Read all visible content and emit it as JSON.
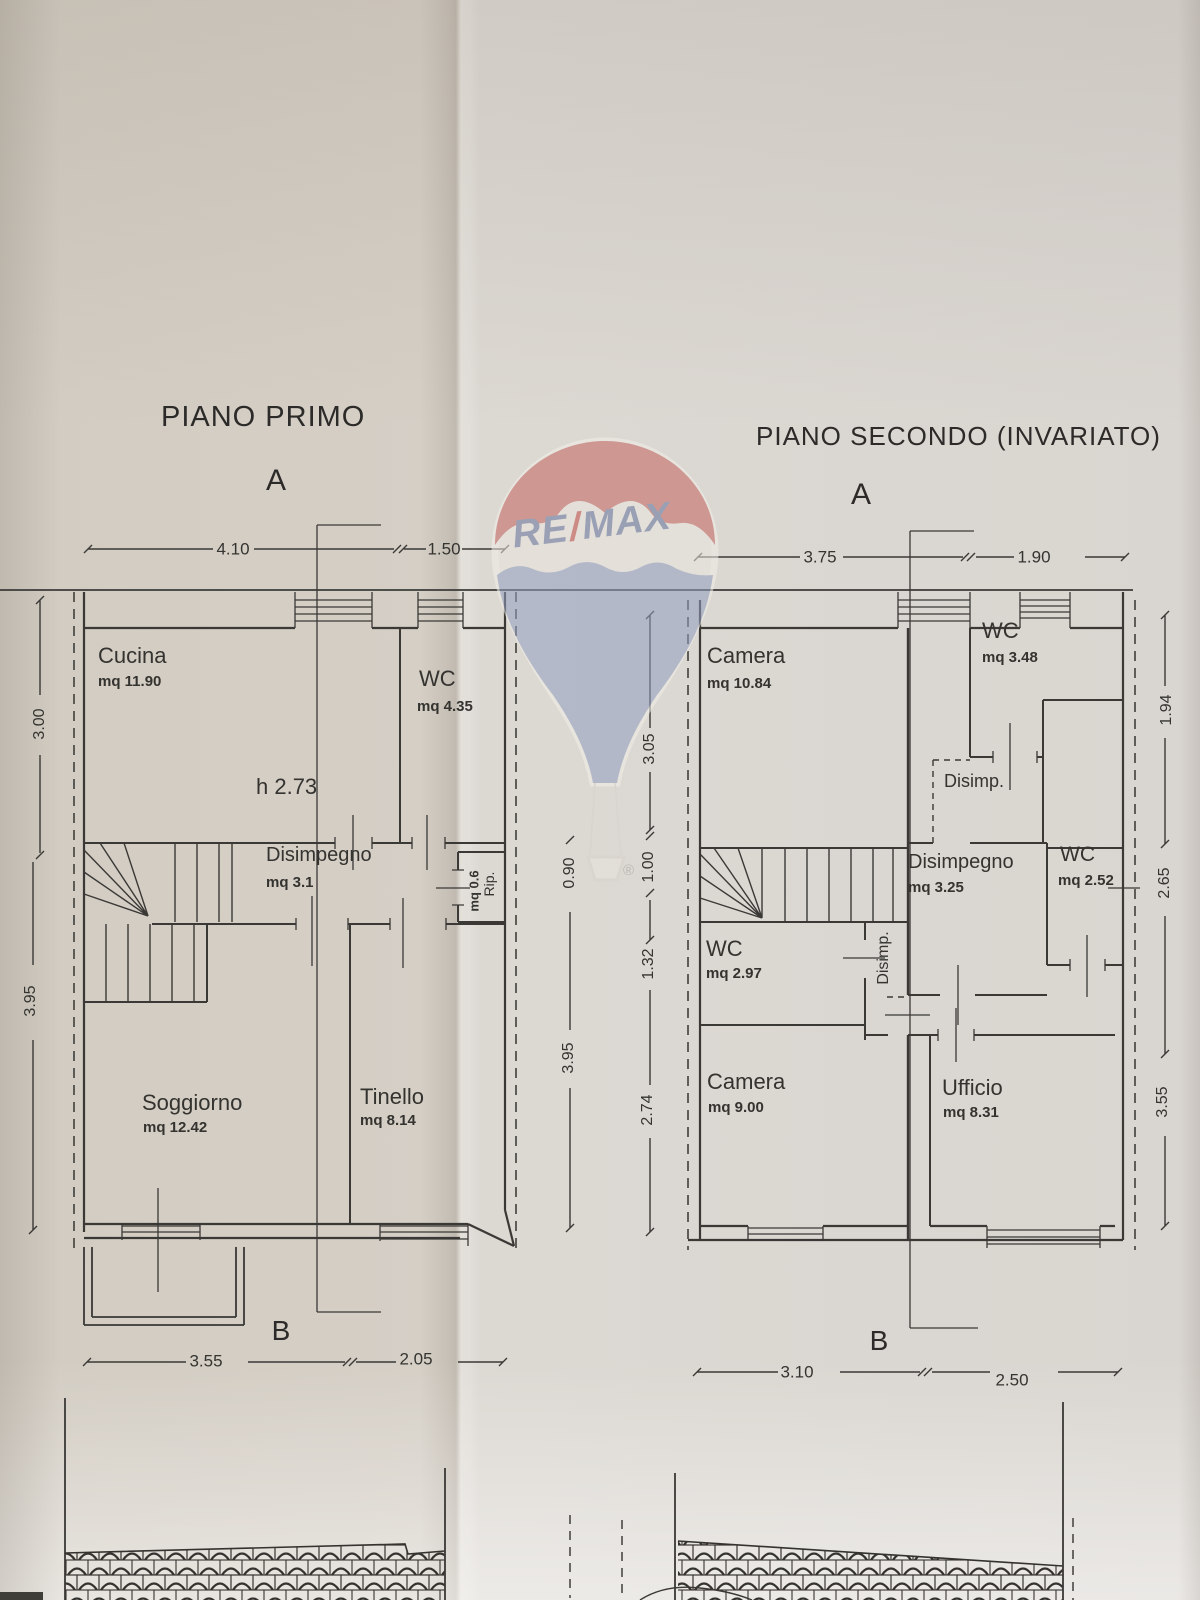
{
  "watermark": {
    "brand_left": "RE",
    "brand_slash": "/",
    "brand_right": "MAX",
    "registered": "®",
    "colors": {
      "red": "#c4635e",
      "blue": "#93a0c0",
      "text_blue": "#66749e",
      "slash_red": "#bf4e47"
    }
  },
  "plan1": {
    "title": "PIANO PRIMO",
    "section_top": "A",
    "section_bottom": "B",
    "height_note": "h 2.73",
    "dim_top": [
      "4.10",
      "1.50"
    ],
    "dim_bottom": [
      "3.55",
      "2.05"
    ],
    "dim_left": [
      "3.00",
      "3.95"
    ],
    "dim_mid": [
      "0.90",
      "3.95"
    ],
    "rooms": [
      {
        "name": "Cucina",
        "area": "mq 11.90"
      },
      {
        "name": "WC",
        "area": "mq 4.35"
      },
      {
        "name": "Disimpegno",
        "area": "mq 3.1"
      },
      {
        "name": "Rip.",
        "area": "mq 0.6"
      },
      {
        "name": "Soggiorno",
        "area": "mq 12.42"
      },
      {
        "name": "Tinello",
        "area": "mq 8.14"
      }
    ]
  },
  "plan2": {
    "title": "PIANO SECONDO (INVARIATO)",
    "section_top": "A",
    "section_bottom": "B",
    "dim_top": [
      "3.75",
      "1.90"
    ],
    "dim_bottom": [
      "3.10",
      "2.50"
    ],
    "dim_mid": [
      "3.05",
      "1.00",
      "1.32",
      "2.74"
    ],
    "dim_right": [
      "1.94",
      "2.65",
      "3.55"
    ],
    "rooms": [
      {
        "name": "Camera",
        "area": "mq 10.84"
      },
      {
        "name": "WC",
        "area": "mq 3.48"
      },
      {
        "name": "Disimp."
      },
      {
        "name": "Disimpegno",
        "area": "mq 3.25"
      },
      {
        "name": "WC",
        "area": "mq 2.52"
      },
      {
        "name": "WC",
        "area": "mq 2.97"
      },
      {
        "name": "Disimp."
      },
      {
        "name": "Camera",
        "area": "mq 9.00"
      },
      {
        "name": "Ufficio",
        "area": "mq 8.31"
      }
    ]
  }
}
